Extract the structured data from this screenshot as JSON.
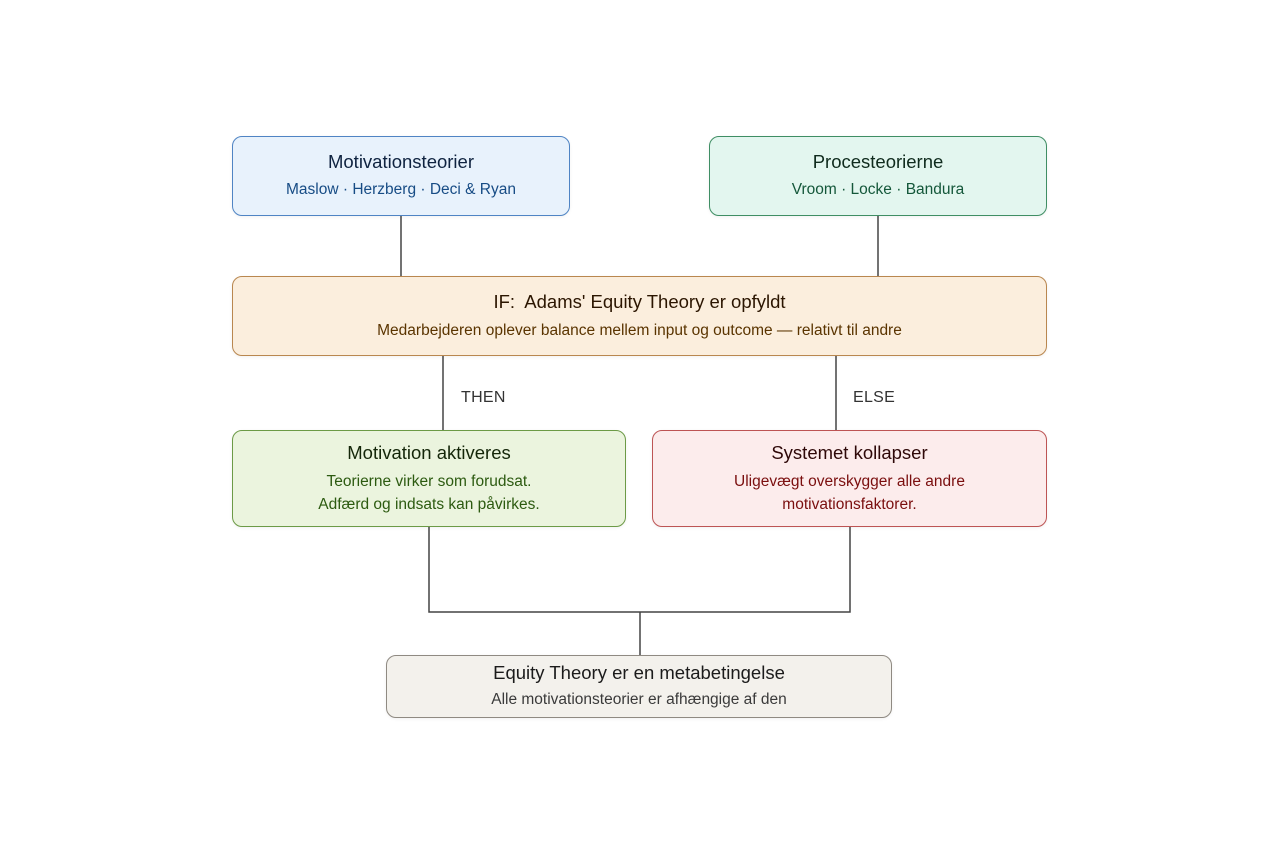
{
  "nodes": {
    "motivation": {
      "title": "Motivationsteorier",
      "subtitle": "Maslow · Herzberg · Deci & Ryan"
    },
    "process": {
      "title": "Procesteorierne",
      "subtitle": "Vroom · Locke · Bandura"
    },
    "condition": {
      "title": "IF:  Adams' Equity Theory er opfyldt",
      "subtitle": "Medarbejderen oplever balance mellem input og outcome — relativt til andre"
    },
    "then_branch": {
      "title": "Motivation aktiveres",
      "lines": [
        "Teorierne virker som forudsat.",
        "Adfærd og indsats kan påvirkes."
      ]
    },
    "else_branch": {
      "title": "Systemet kollapser",
      "lines": [
        "Uligevægt overskygger alle andre",
        "motivationsfaktorer."
      ]
    },
    "meta": {
      "title": "Equity Theory er en metabetingelse",
      "subtitle": "Alle motivationsteorier er afhængige af den"
    }
  },
  "edge_labels": {
    "then": "THEN",
    "else": "ELSE"
  },
  "colors": {
    "connector": "#444444",
    "motivation_fill": "#e8f2fc",
    "process_fill": "#e3f6ef",
    "condition_fill": "#fbeedd",
    "then_fill": "#ebf4de",
    "else_fill": "#fcecec",
    "meta_fill": "#f3f1ec"
  }
}
